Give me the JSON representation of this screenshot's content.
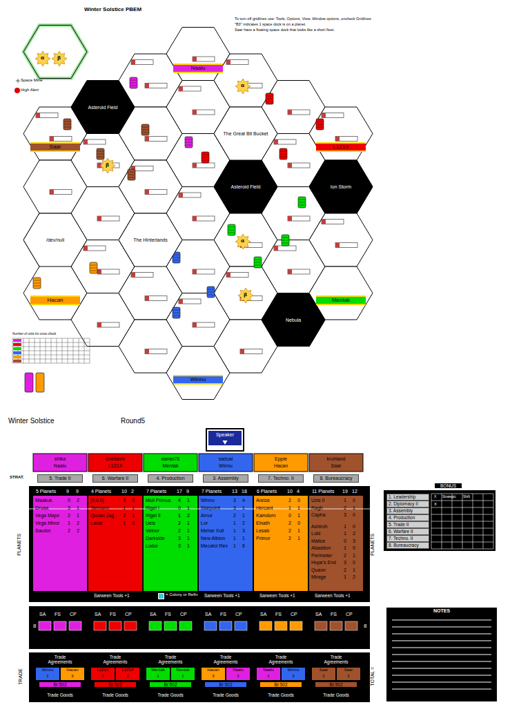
{
  "diagram": {
    "title": "Winter Solstice PBEM",
    "nodes": [
      {
        "text": [
          "Asteroid Field"
        ]
      },
      {
        "text": [
          "The Great Bit Bucket"
        ]
      },
      {
        "text": [
          "Asteroid Field"
        ]
      },
      {
        "text": [
          "Ion Storm"
        ]
      },
      {
        "text": [
          "/dev/null"
        ]
      },
      {
        "text": [
          "The Hinterlands"
        ]
      },
      {
        "text": [
          "Nebula"
        ]
      },
      {
        "text": [
          "Naalu"
        ]
      },
      {
        "text": [
          "Saar"
        ]
      },
      {
        "text": [
          "L1Z1X"
        ]
      },
      {
        "text": [
          "Hacan"
        ]
      },
      {
        "text": [
          "Mentak"
        ]
      },
      {
        "text": [
          "Winnu"
        ]
      },
      {
        "text": [
          "Speaker"
        ]
      },
      {
        "text": [
          "shika",
          "Naalu"
        ]
      },
      {
        "text": [
          "Gredavin",
          "L1Z1X"
        ]
      },
      {
        "text": [
          "daniel78",
          "Mentak"
        ]
      },
      {
        "text": [
          "sadual",
          "Winnu"
        ]
      },
      {
        "text": [
          "Eppie",
          "Hacan"
        ]
      },
      {
        "text": [
          "kruhland",
          "Saar"
        ]
      },
      {
        "text": [
          "5. Trade II"
        ]
      },
      {
        "text": [
          "6. Warfare II"
        ]
      },
      {
        "text": [
          "4. Production"
        ]
      },
      {
        "text": [
          "3. Assembly"
        ]
      },
      {
        "text": [
          "7. Techno. II"
        ]
      },
      {
        "text": [
          "8. Bureaucracy"
        ]
      },
      {
        "text": [
          "1. Leadership"
        ]
      },
      {
        "text": [
          "2. Diplomacy II"
        ]
      },
      {
        "text": [
          "3. Assembly"
        ]
      },
      {
        "text": [
          "4. Production"
        ]
      },
      {
        "text": [
          "5. Trade II"
        ]
      },
      {
        "text": [
          "6. Warfare II"
        ]
      },
      {
        "text": [
          "7. Techno. II"
        ]
      },
      {
        "text": [
          "8. Bureaucracy"
        ]
      },
      {
        "text": [
          "NOTES"
        ]
      }
    ],
    "edges": [],
    "labels": [
      "To turn off gridlines use:  Tools, Options, View, Window options, uncheck Gridlines",
      "\"B3\" indicates 1 space dock is on a planet.",
      "Saar have a floating space dock that looks like a short fleet.",
      "Number of units for cross check",
      "α",
      "β",
      "α",
      "β",
      "α",
      "β",
      "Winter Solstice",
      "Round5",
      "STRAT.",
      "PLANETS",
      "PLANETS",
      "8",
      "8",
      "TRADE",
      "TOTAL = ",
      "BONUS",
      "X",
      "Strategic",
      "Shift",
      "X",
      "5 Planets",
      "9",
      "9",
      "Maakuk",
      "0",
      "2",
      "Druaa",
      "3",
      "1",
      "Vega Major",
      "2",
      "1",
      "Vega Minor",
      "1",
      "2",
      "Saudor",
      "2",
      "2",
      "4 Planets",
      "10",
      "2",
      "[0.0.0]",
      "5",
      "0",
      "Tarmann",
      "1",
      "1",
      "Qucan Jag",
      "2",
      "1",
      "Lazar",
      "1",
      "0",
      "7 Planets",
      "17",
      "9",
      "Moll Primus",
      "4",
      "1",
      "Rigel I",
      "0",
      "1",
      "Rigel II",
      "1",
      "2",
      "Ueis",
      "2",
      "1",
      "Velnor",
      "2",
      "1",
      "Darkside",
      "3",
      "1",
      "Lodor",
      "3",
      "1",
      "7 Planets",
      "13",
      "18",
      "Winnu",
      "3",
      "4",
      "Starpoint",
      "3",
      "1",
      "Arnor",
      "2",
      "1",
      "Lor",
      "1",
      "2",
      "Mehar Xull",
      "1",
      "3",
      "New Albion",
      "1",
      "1",
      "Mecatol Rex",
      "1",
      "6",
      "6 Planets",
      "10",
      "4",
      "Arelze",
      "2",
      "0",
      "Hercant",
      "1",
      "1",
      "Kamdorn",
      "0",
      "1",
      "Elnath",
      "2",
      "0",
      "Lesab",
      "2",
      "1",
      "Primor",
      "2",
      "1",
      "11 Planets",
      "19",
      "12",
      "Uzis II",
      "1",
      "0",
      "Ragh",
      "2",
      "1",
      "Capha",
      "3",
      "0",
      "Ashiroh",
      "1",
      "0",
      "Lold",
      "1",
      "2",
      "Malice",
      "0",
      "3",
      "Abaddon",
      "1",
      "0",
      "Perimeter",
      "2",
      "1",
      "Hope's End",
      "3",
      "0",
      "Quann",
      "2",
      "1",
      "Mirage",
      "1",
      "2",
      "Sarween Tools +1",
      "Sarween Tools +1",
      "Sarween Tools +1",
      "Sarween Tools +1",
      "SA",
      "FS",
      "CP",
      "SA",
      "FS",
      "CP",
      "SA",
      "FS",
      "CP",
      "SA",
      "FS",
      "CP",
      "SA",
      "FS",
      "CP",
      "SA",
      "FS",
      "CP",
      "Trade Agreements",
      "Winnu",
      "1",
      "Hacan",
      "3",
      "Br:502",
      "Trade Goods",
      "Trade Agreements",
      "L1Z1X",
      "1",
      "L1Z1X",
      "1",
      "Br:502",
      "Trade Goods",
      "Trade Agreements",
      "Mentak",
      "1",
      "Mentak",
      "1",
      "Br:502",
      "Trade Goods",
      "Trade Agreements",
      "Hacan",
      "3",
      "Naalu",
      "2",
      "Br:502",
      "Trade Goods",
      "Trade Agreements",
      "Naalu",
      "1",
      "Winnu",
      "3",
      "Br:502",
      "Trade Goods",
      "Trade Agreements",
      "Saar",
      "1",
      "Saar",
      "2",
      "Br:502",
      "Trade Goods"
    ],
    "legend": [
      {
        "text": "Space Mine"
      },
      {
        "text": "High Alert"
      },
      {
        "text": "= Colony or Refin",
        "color": "#40c8d8"
      }
    ]
  }
}
